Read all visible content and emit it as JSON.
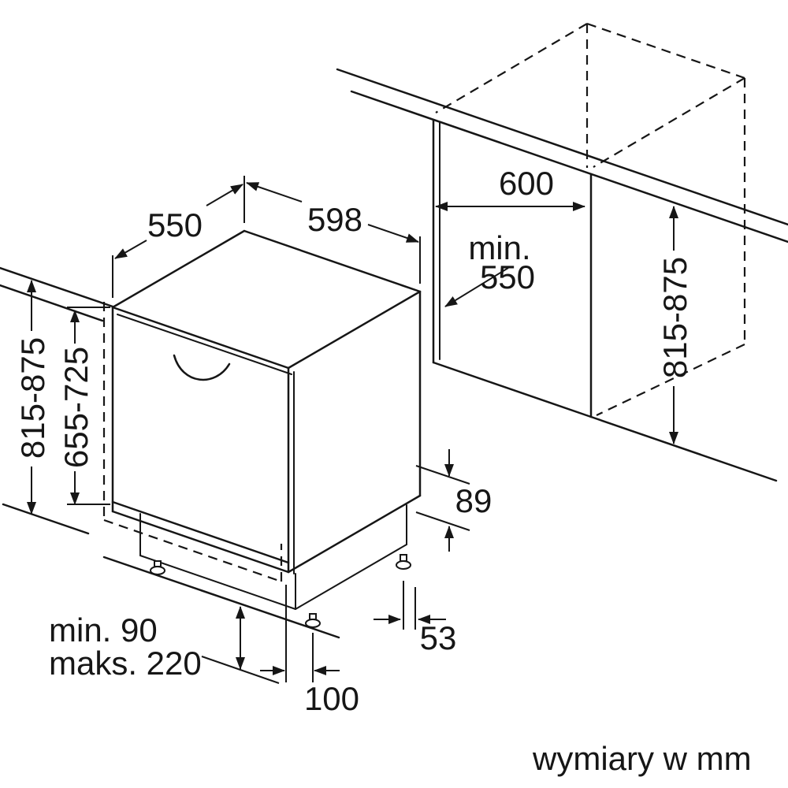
{
  "drawing": {
    "appliance": {
      "top_depth": "550",
      "front_width": "598",
      "total_height": "815-875",
      "door_height": "655-725",
      "rear_clearance": "89",
      "rear_foot_offset": "53",
      "front_foot_offset": "100",
      "plinth_min": "min. 90",
      "plinth_max": "maks. 220"
    },
    "niche": {
      "width": "600",
      "depth_min_line1": "min.",
      "depth_min_line2": "550",
      "height": "815-875"
    }
  },
  "footer": {
    "units_note": "wymiary w mm"
  }
}
